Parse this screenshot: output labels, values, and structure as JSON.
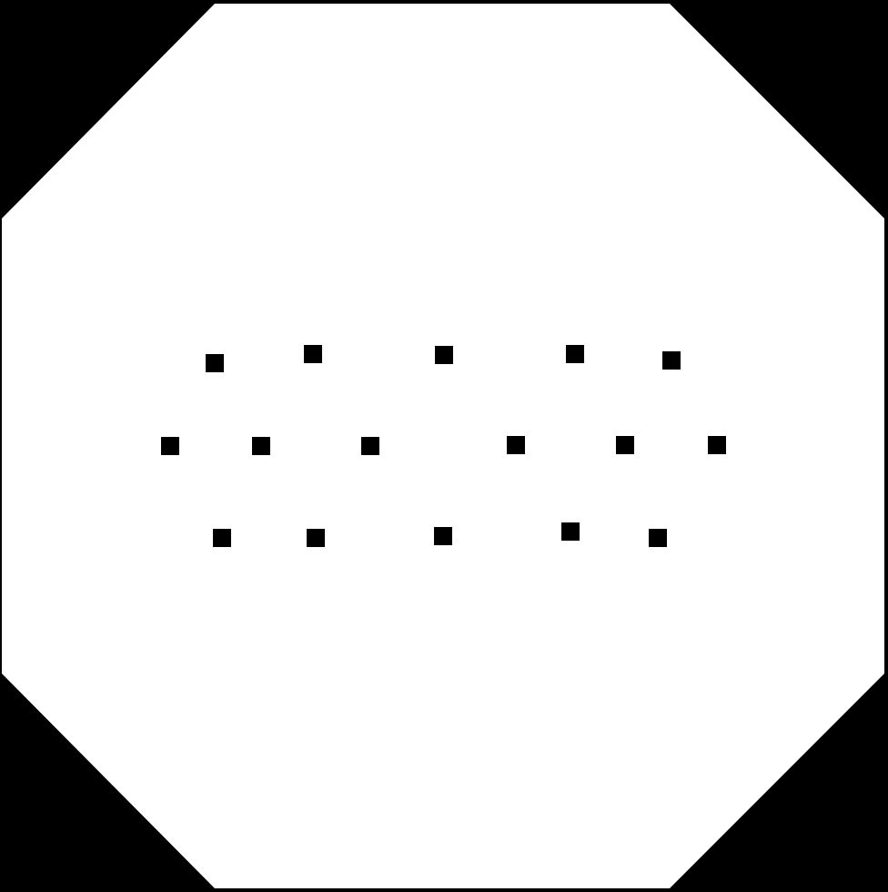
{
  "colors": {
    "background": "#000000",
    "octagon_fill": "#ffffff",
    "marker_fill": "#000000"
  },
  "markers": {
    "rows": [
      {
        "count": 5
      },
      {
        "count": 6
      },
      {
        "count": 5
      }
    ]
  }
}
